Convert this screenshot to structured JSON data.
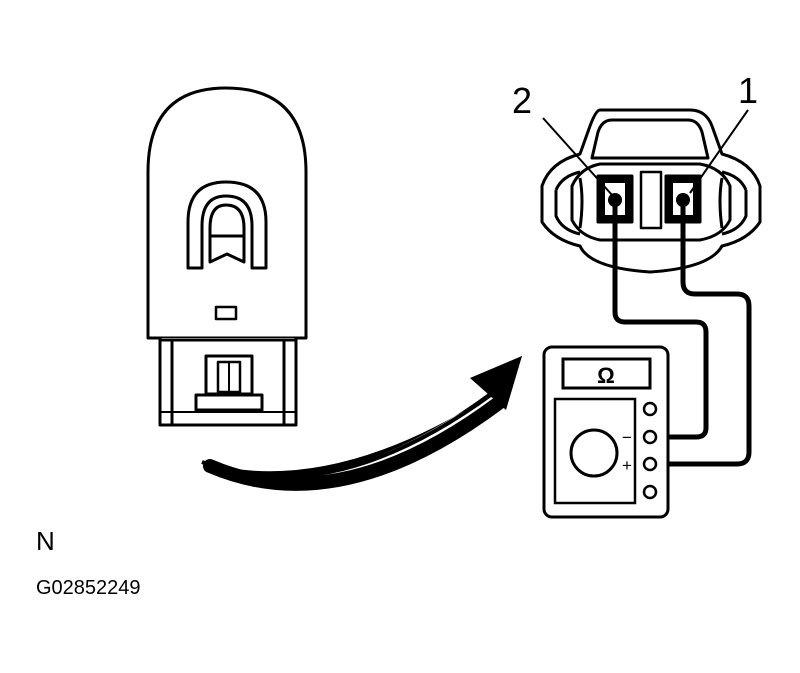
{
  "labels": {
    "terminal_2": "2",
    "terminal_1": "1",
    "view": "N",
    "figure_code": "G02852249"
  },
  "meter": {
    "display": "Ω",
    "minus": "−",
    "plus": "+"
  },
  "colors": {
    "line": "#000000",
    "background": "#ffffff"
  },
  "icons": [
    "relay-body",
    "connector-housing",
    "ohmmeter",
    "test-lead",
    "arrow"
  ]
}
